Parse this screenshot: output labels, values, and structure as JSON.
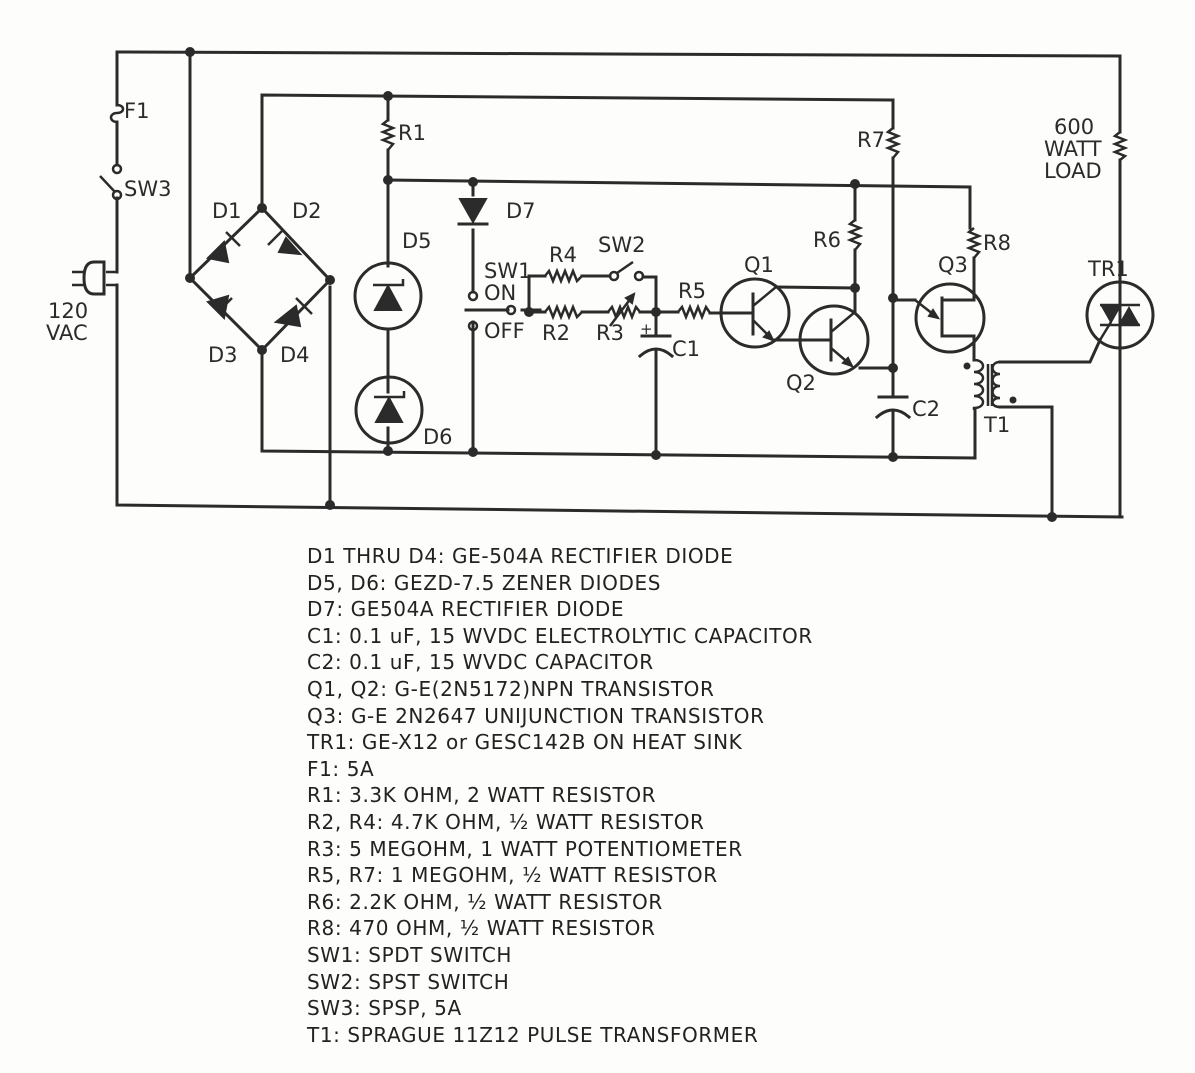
{
  "schematic": {
    "labels": {
      "F1": "F1",
      "SW3": "SW3",
      "vac_line1": "120",
      "vac_line2": "VAC",
      "D1": "D1",
      "D2": "D2",
      "D3": "D3",
      "D4": "D4",
      "D5": "D5",
      "D6": "D6",
      "D7": "D7",
      "R1": "R1",
      "R2": "R2",
      "R3": "R3",
      "R4": "R4",
      "R5": "R5",
      "R6": "R6",
      "R7": "R7",
      "R8": "R8",
      "SW1": "SW1",
      "SW1_on": "ON",
      "SW1_off": "OFF",
      "SW2": "SW2",
      "C1": "C1",
      "C1_polarity": "+",
      "C2": "C2",
      "Q1": "Q1",
      "Q2": "Q2",
      "Q3": "Q3",
      "T1": "T1",
      "TR1": "TR1",
      "load_line1": "600",
      "load_line2": "WATT",
      "load_line3": "LOAD"
    }
  },
  "parts_list": [
    "D1 THRU D4: GE-504A RECTIFIER DIODE",
    "D5, D6: GEZD-7.5 ZENER DIODES",
    "D7: GE504A RECTIFIER DIODE",
    "C1: 0.1 uF, 15 WVDC ELECTROLYTIC CAPACITOR",
    "C2: 0.1 uF, 15 WVDC CAPACITOR",
    "Q1, Q2: G-E(2N5172)NPN TRANSISTOR",
    "Q3: G-E 2N2647 UNIJUNCTION TRANSISTOR",
    "TR1: GE-X12 or GESC142B ON HEAT SINK",
    "F1: 5A",
    "R1: 3.3K OHM, 2 WATT RESISTOR",
    "R2, R4: 4.7K OHM, ½ WATT RESISTOR",
    "R3: 5 MEGOHM, 1 WATT POTENTIOMETER",
    "R5, R7: 1 MEGOHM, ½ WATT RESISTOR",
    "R6: 2.2K OHM, ½ WATT RESISTOR",
    "R8: 470 OHM, ½ WATT RESISTOR",
    "SW1: SPDT SWITCH",
    "SW2: SPST SWITCH",
    "SW3: SPSP, 5A",
    "T1: SPRAGUE 11Z12 PULSE TRANSFORMER"
  ]
}
